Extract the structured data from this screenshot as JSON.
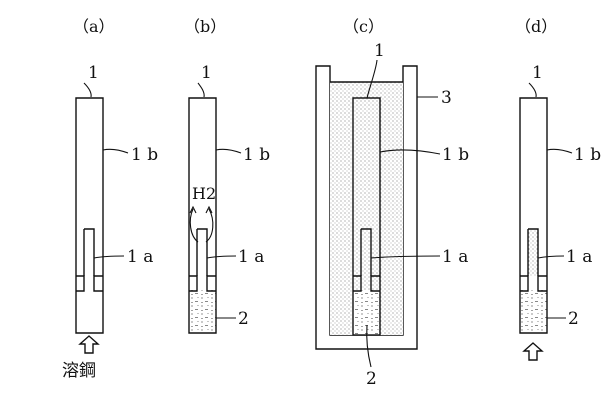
{
  "panels": [
    {
      "id": "a",
      "label": "（a）",
      "tube": "1",
      "upper": "1 b",
      "inner": "1 a"
    },
    {
      "id": "b",
      "label": "（b）",
      "tube": "1",
      "upper": "1 b",
      "inner": "1 a",
      "gas": "H2",
      "liquid": "2"
    },
    {
      "id": "c",
      "label": "（c）",
      "tube": "1",
      "upper": "1 b",
      "inner": "1 a",
      "vessel": "3",
      "liquid": "2"
    },
    {
      "id": "d",
      "label": "（d）",
      "tube": "1",
      "upper": "1 b",
      "inner": "1 a",
      "liquid": "2"
    }
  ],
  "caption_a": "溶鋼",
  "icons": [
    "up-arrow-icon",
    "up-arrow-icon"
  ]
}
